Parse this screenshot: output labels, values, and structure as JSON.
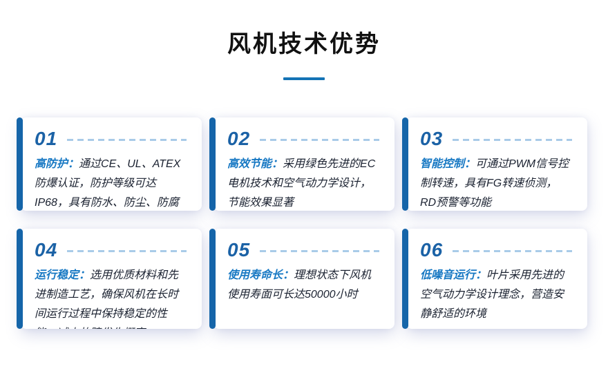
{
  "header": {
    "title": "风机技术优势"
  },
  "cards": [
    {
      "number": "01",
      "label": "高防护：",
      "description": "通过CE、UL、ATEX防爆认证，防护等级可达IP68，具有防水、防尘、防腐蚀等特点"
    },
    {
      "number": "02",
      "label": "高效节能：",
      "description": "采用绿色先进的EC电机技术和空气动力学设计，节能效果显著"
    },
    {
      "number": "03",
      "label": "智能控制：",
      "description": "可通过PWM信号控制转速，具有FG转速侦测，RD预警等功能"
    },
    {
      "number": "04",
      "label": "运行稳定：",
      "description": "选用优质材料和先进制造工艺，确保风机在长时间运行过程中保持稳定的性能，减少故障发生概率"
    },
    {
      "number": "05",
      "label": "使用寿命长：",
      "description": "理想状态下风机使用寿面可长达50000小时"
    },
    {
      "number": "06",
      "label": "低噪音运行：",
      "description": "叶片采用先进的空气动力学设计理念，营造安静舒适的环境"
    }
  ],
  "colors": {
    "accent_bar": "#1565a9",
    "number_blue": "#1b62a6",
    "label_blue": "#1778c3",
    "dash_blue": "#a9cbe8",
    "title_underline": "#1473b5",
    "body_text": "#1a2130",
    "title_text": "#111111"
  }
}
